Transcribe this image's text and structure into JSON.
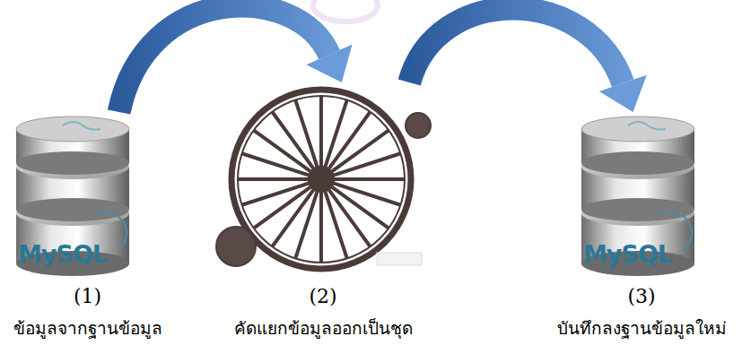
{
  "diagram": {
    "nodes": [
      {
        "text": [
          "(1)",
          "ข้อมูลจากฐานข้อมูล"
        ]
      },
      {
        "text": [
          "(2)",
          "คัดแยกข้อมูลออกเป็นชุด"
        ]
      },
      {
        "text": [
          "(3)",
          "บันทึกลงฐานข้อมูลใหม่"
        ]
      }
    ],
    "edges": [
      {
        "from": 0,
        "to": 1,
        "arrow": "to"
      },
      {
        "from": 1,
        "to": 2,
        "arrow": "to"
      }
    ],
    "labels": [
      "MySQL",
      "MySQL"
    ]
  }
}
